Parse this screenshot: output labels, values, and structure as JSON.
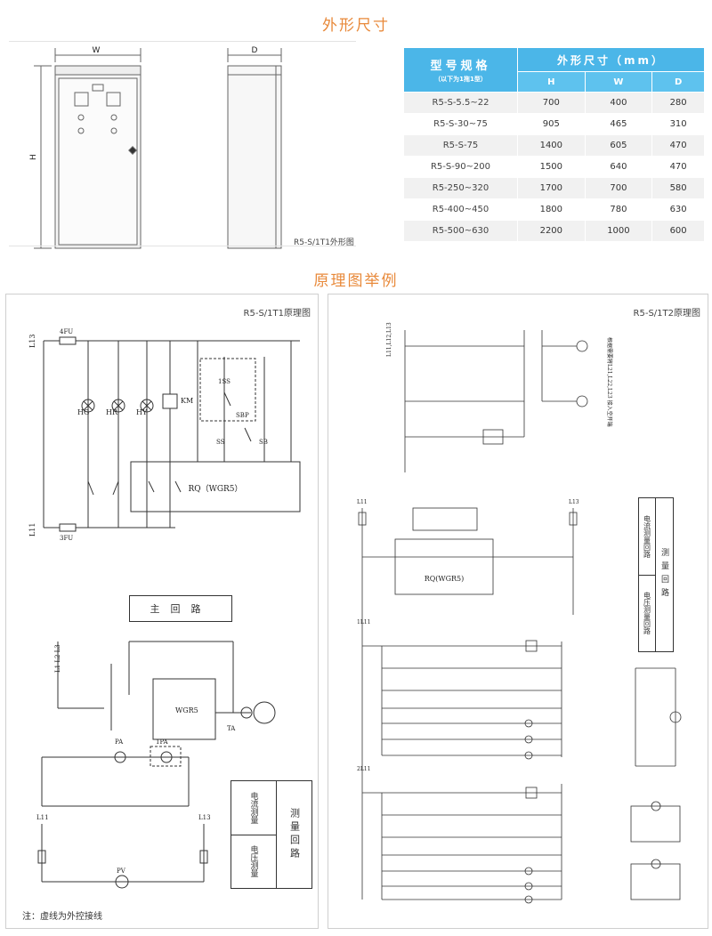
{
  "section_dimensions": {
    "title": "外形尺寸"
  },
  "outline": {
    "front_width_label": "W",
    "front_height_label": "H",
    "side_depth_label": "D",
    "caption": "R5-S/1T1外形图"
  },
  "dim_table": {
    "model_header": "型号规格",
    "model_subheader": "（以下为1拖1型）",
    "dims_header": "外形尺寸（mm）",
    "columns": [
      "H",
      "W",
      "D"
    ],
    "rows": [
      {
        "model": "R5-S-5.5~22",
        "H": "700",
        "W": "400",
        "D": "280"
      },
      {
        "model": "R5-S-30~75",
        "H": "905",
        "W": "465",
        "D": "310"
      },
      {
        "model": "R5-S-75",
        "H": "1400",
        "W": "605",
        "D": "470"
      },
      {
        "model": "R5-S-90~200",
        "H": "1500",
        "W": "640",
        "D": "470"
      },
      {
        "model": "R5-250~320",
        "H": "1700",
        "W": "700",
        "D": "580"
      },
      {
        "model": "R5-400~450",
        "H": "1800",
        "W": "780",
        "D": "630"
      },
      {
        "model": "R5-500~630",
        "H": "2200",
        "W": "1000",
        "D": "600"
      }
    ]
  },
  "section_schematic": {
    "title": "原理图举例"
  },
  "left_panel": {
    "caption": "R5-S/1T1原理图",
    "main_circuit_label": "主回路",
    "measure_left": [
      "电流测量",
      "电压测量"
    ],
    "measure_right": "测量回路",
    "rq_label": "RQ（WGR5）",
    "wgr5": "WGR5",
    "note": "注：虚线为外控接线"
  },
  "right_panel": {
    "caption": "R5-S/1T2原理图",
    "rq_label": "RQ(WGR5)",
    "measure_left": [
      "电流测量回路",
      "电压测量回路"
    ],
    "measure_right": "测量回路",
    "side_note": "根据需要将L21,L22,L23 接入空开端"
  }
}
